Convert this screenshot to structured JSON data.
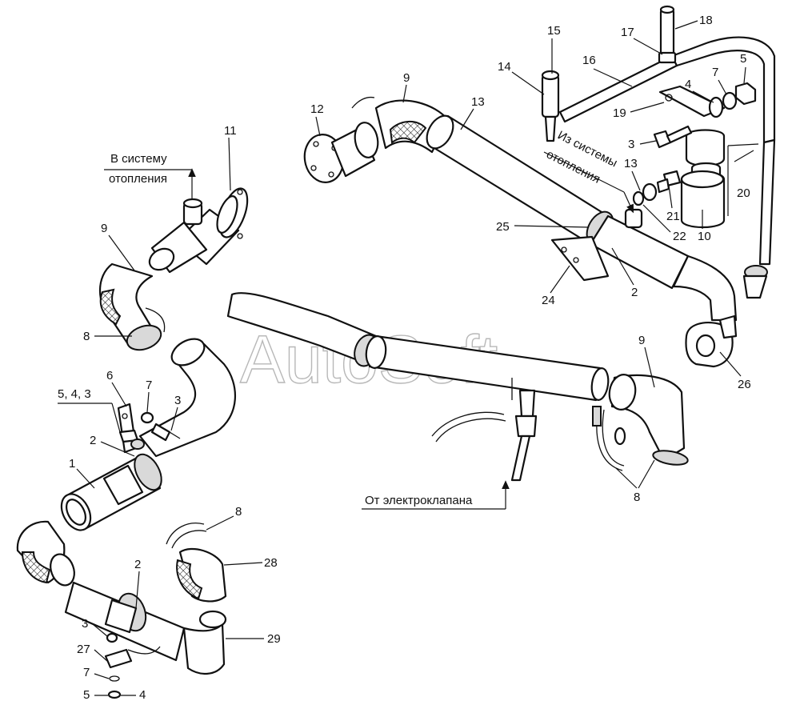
{
  "watermark": "AutoSoft",
  "captions": {
    "to_heating": [
      "В систему",
      "отопления"
    ],
    "from_heating": [
      "Из системы",
      "отопления"
    ],
    "from_valve": "От электроклапана"
  },
  "labels": {
    "c1": "1",
    "c2a": "2",
    "c2b": "2",
    "c2c": "2",
    "c3a": "3",
    "c3b": "3",
    "c3c": "3",
    "c4a": "4",
    "c4b": "4",
    "c5a": "5",
    "c5b": "5",
    "c543": "5, 4, 3",
    "c6": "6",
    "c7a": "7",
    "c7b": "7",
    "c7c": "7",
    "c8a": "8",
    "c8b": "8",
    "c8c": "8",
    "c9a": "9",
    "c9b": "9",
    "c9c": "9",
    "c10": "10",
    "c11": "11",
    "c12": "12",
    "c13a": "13",
    "c13b": "13",
    "c14": "14",
    "c15": "15",
    "c16": "16",
    "c17": "17",
    "c18": "18",
    "c19": "19",
    "c20": "20",
    "c21": "21",
    "c22": "22",
    "c24": "24",
    "c25": "25",
    "c26": "26",
    "c27": "27",
    "c28": "28",
    "c29": "29"
  }
}
